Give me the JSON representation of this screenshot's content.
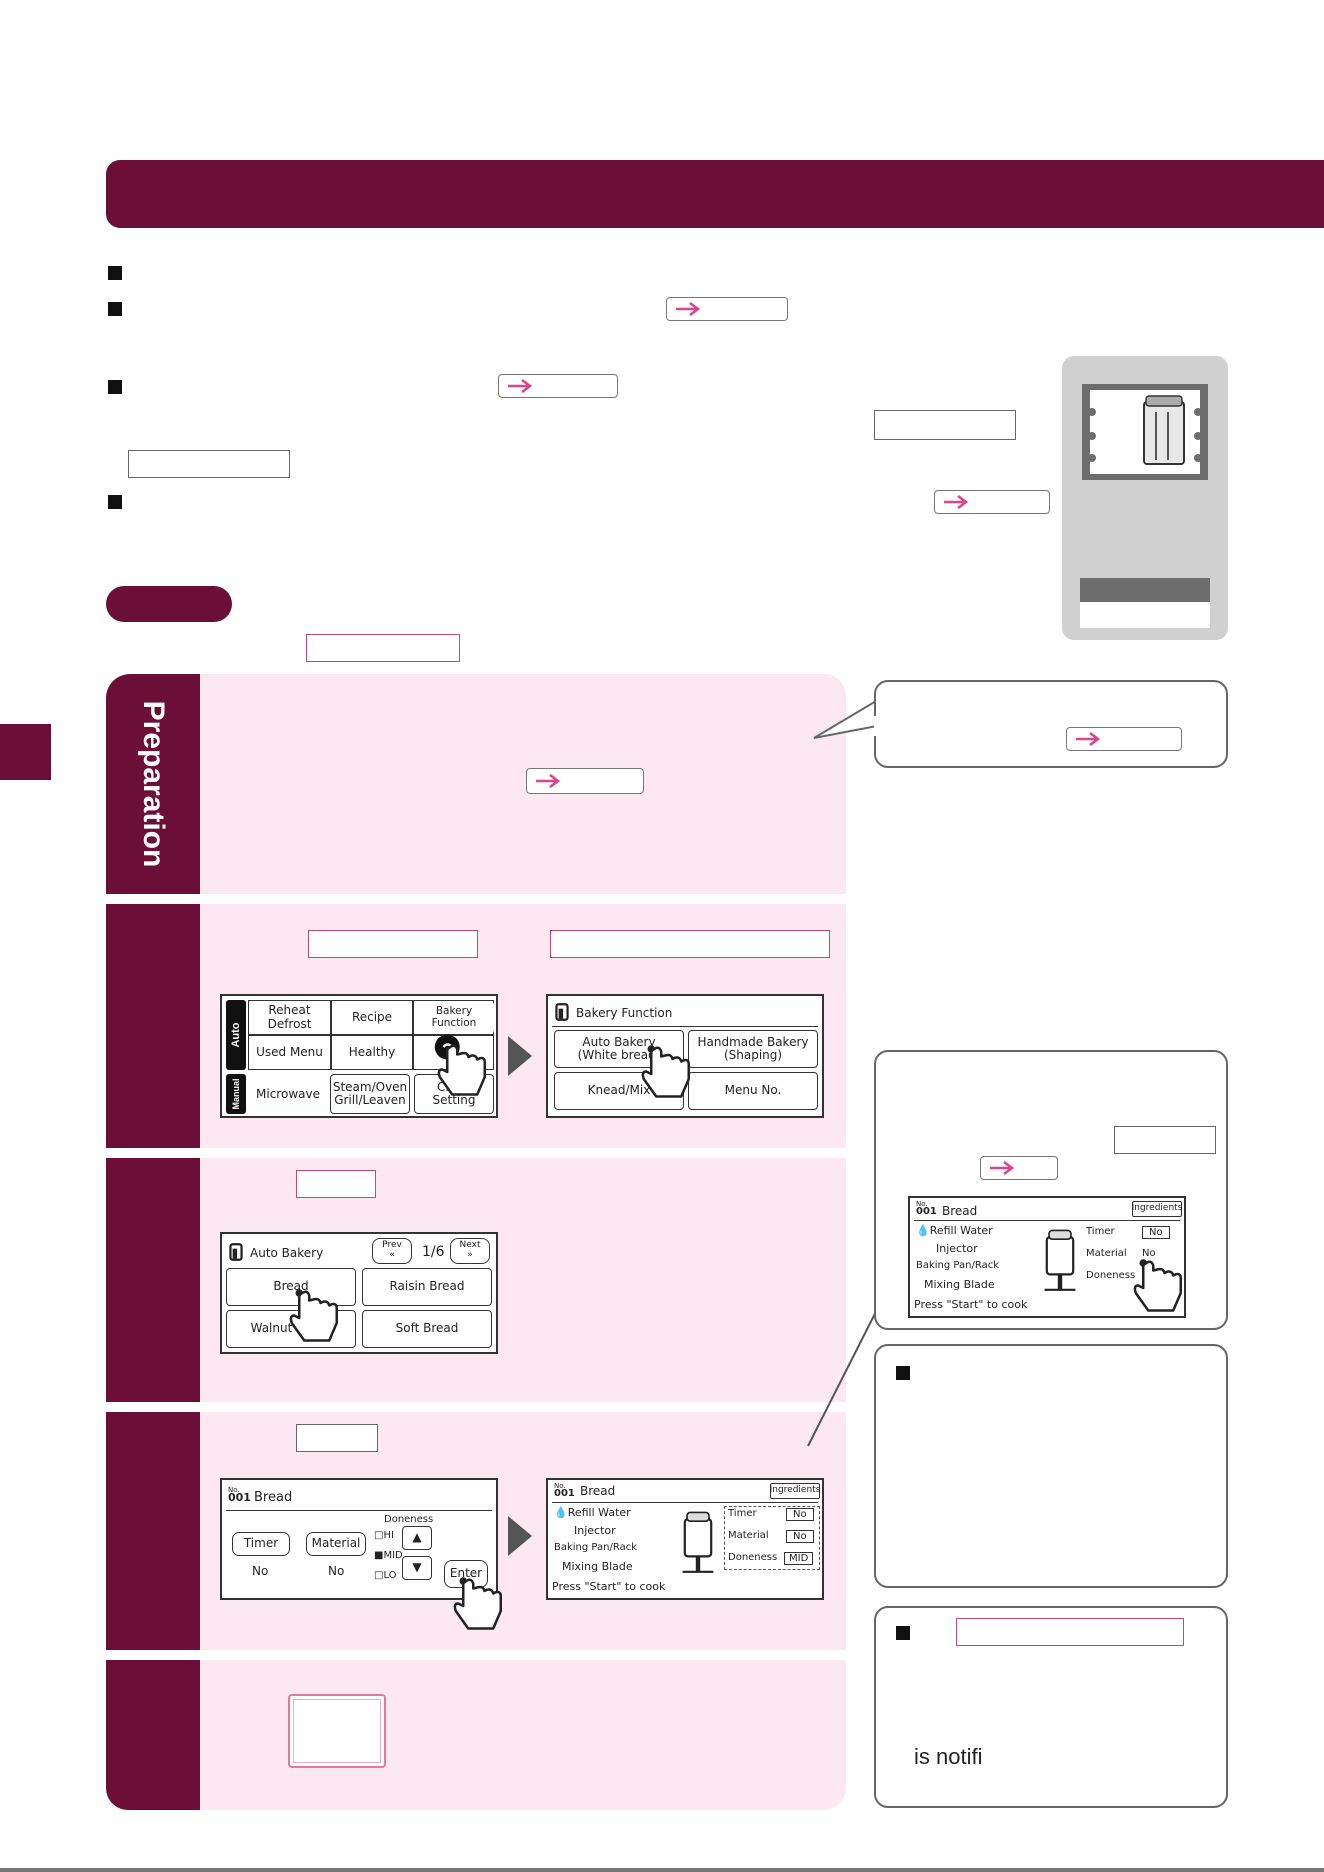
{
  "section_tab": {
    "vertical_label": "Preparation"
  },
  "side_panel": {
    "caption": ""
  },
  "steps": {
    "step1": {
      "number": "",
      "text": ""
    },
    "step2": {
      "number": "",
      "text": ""
    },
    "step3": {
      "number": "",
      "text": ""
    },
    "step4": {
      "number": "",
      "text": ""
    },
    "step5": {
      "number": "",
      "text": ""
    }
  },
  "screen_home": {
    "tab_auto": "Auto",
    "tab_manual": "Manual",
    "reheat_defrost": [
      "Reheat",
      "Defrost"
    ],
    "recipe": "Recipe",
    "bakery_function": "Bakery Function",
    "used_menu": "Used Menu",
    "healthy": "Healthy",
    "microwave": "Microwave",
    "steam_oven": [
      "Steam/Oven",
      "Grill/Leaven"
    ],
    "clean_setting": [
      "Clean",
      "Setting"
    ]
  },
  "screen_bakery": {
    "title": "Bakery Function",
    "auto_bakery": [
      "Auto Bakery",
      "(White bread)"
    ],
    "handmade_bakery": [
      "Handmade Bakery",
      "(Shaping)"
    ],
    "knead_mix": "Knead/Mix",
    "menu_no": "Menu No."
  },
  "screen_auto_bakery": {
    "title": "Auto Bakery",
    "prev": "Prev",
    "page": "1/6",
    "next": "Next",
    "bread": "Bread",
    "raisin_bread": "Raisin Bread",
    "walnut_bread": "Walnut Bread",
    "soft_bread": "Soft Bread"
  },
  "screen_setup": {
    "no_label": "No.",
    "menu_no": "001",
    "title": "Bread",
    "timer": "Timer",
    "timer_value": "No",
    "material": "Material",
    "material_value": "No",
    "doneness": "Doneness",
    "level_hi": "HI",
    "level_mid": "MID",
    "level_lo": "LO",
    "enter": "Enter"
  },
  "screen_confirm": {
    "no_label": "No.",
    "menu_no": "001",
    "title": "Bread",
    "ingredients": "Ingredients",
    "refill_water": "Refill Water",
    "injector": "Injector",
    "baking_pan_rack": "Baking Pan/Rack",
    "mixing_blade": "Mixing Blade",
    "press_start": "Press \"Start\" to cook",
    "timer": "Timer",
    "timer_value": "No",
    "material": "Material",
    "material_value": "No",
    "doneness": "Doneness",
    "doneness_value": "MID"
  },
  "screen_confirm_small": {
    "no_label": "No.",
    "menu_no": "001",
    "title": "Bread",
    "ingredients": "Ingredients",
    "refill_water": "Refill Water",
    "injector": "Injector",
    "baking_pan_rack": "Baking Pan/Rack",
    "mixing_blade": "Mixing Blade",
    "press_start": "Press \"Start\" to cook",
    "timer": "Timer",
    "timer_value": "No",
    "material": "Material",
    "material_value": "No",
    "doneness": "Doneness"
  },
  "note_bottom": {
    "partial_text": "is notifi"
  },
  "colors": {
    "maroon": "#6b0e38",
    "pink_bg": "#fce8f0",
    "arrow_pink": "#d9468b"
  }
}
